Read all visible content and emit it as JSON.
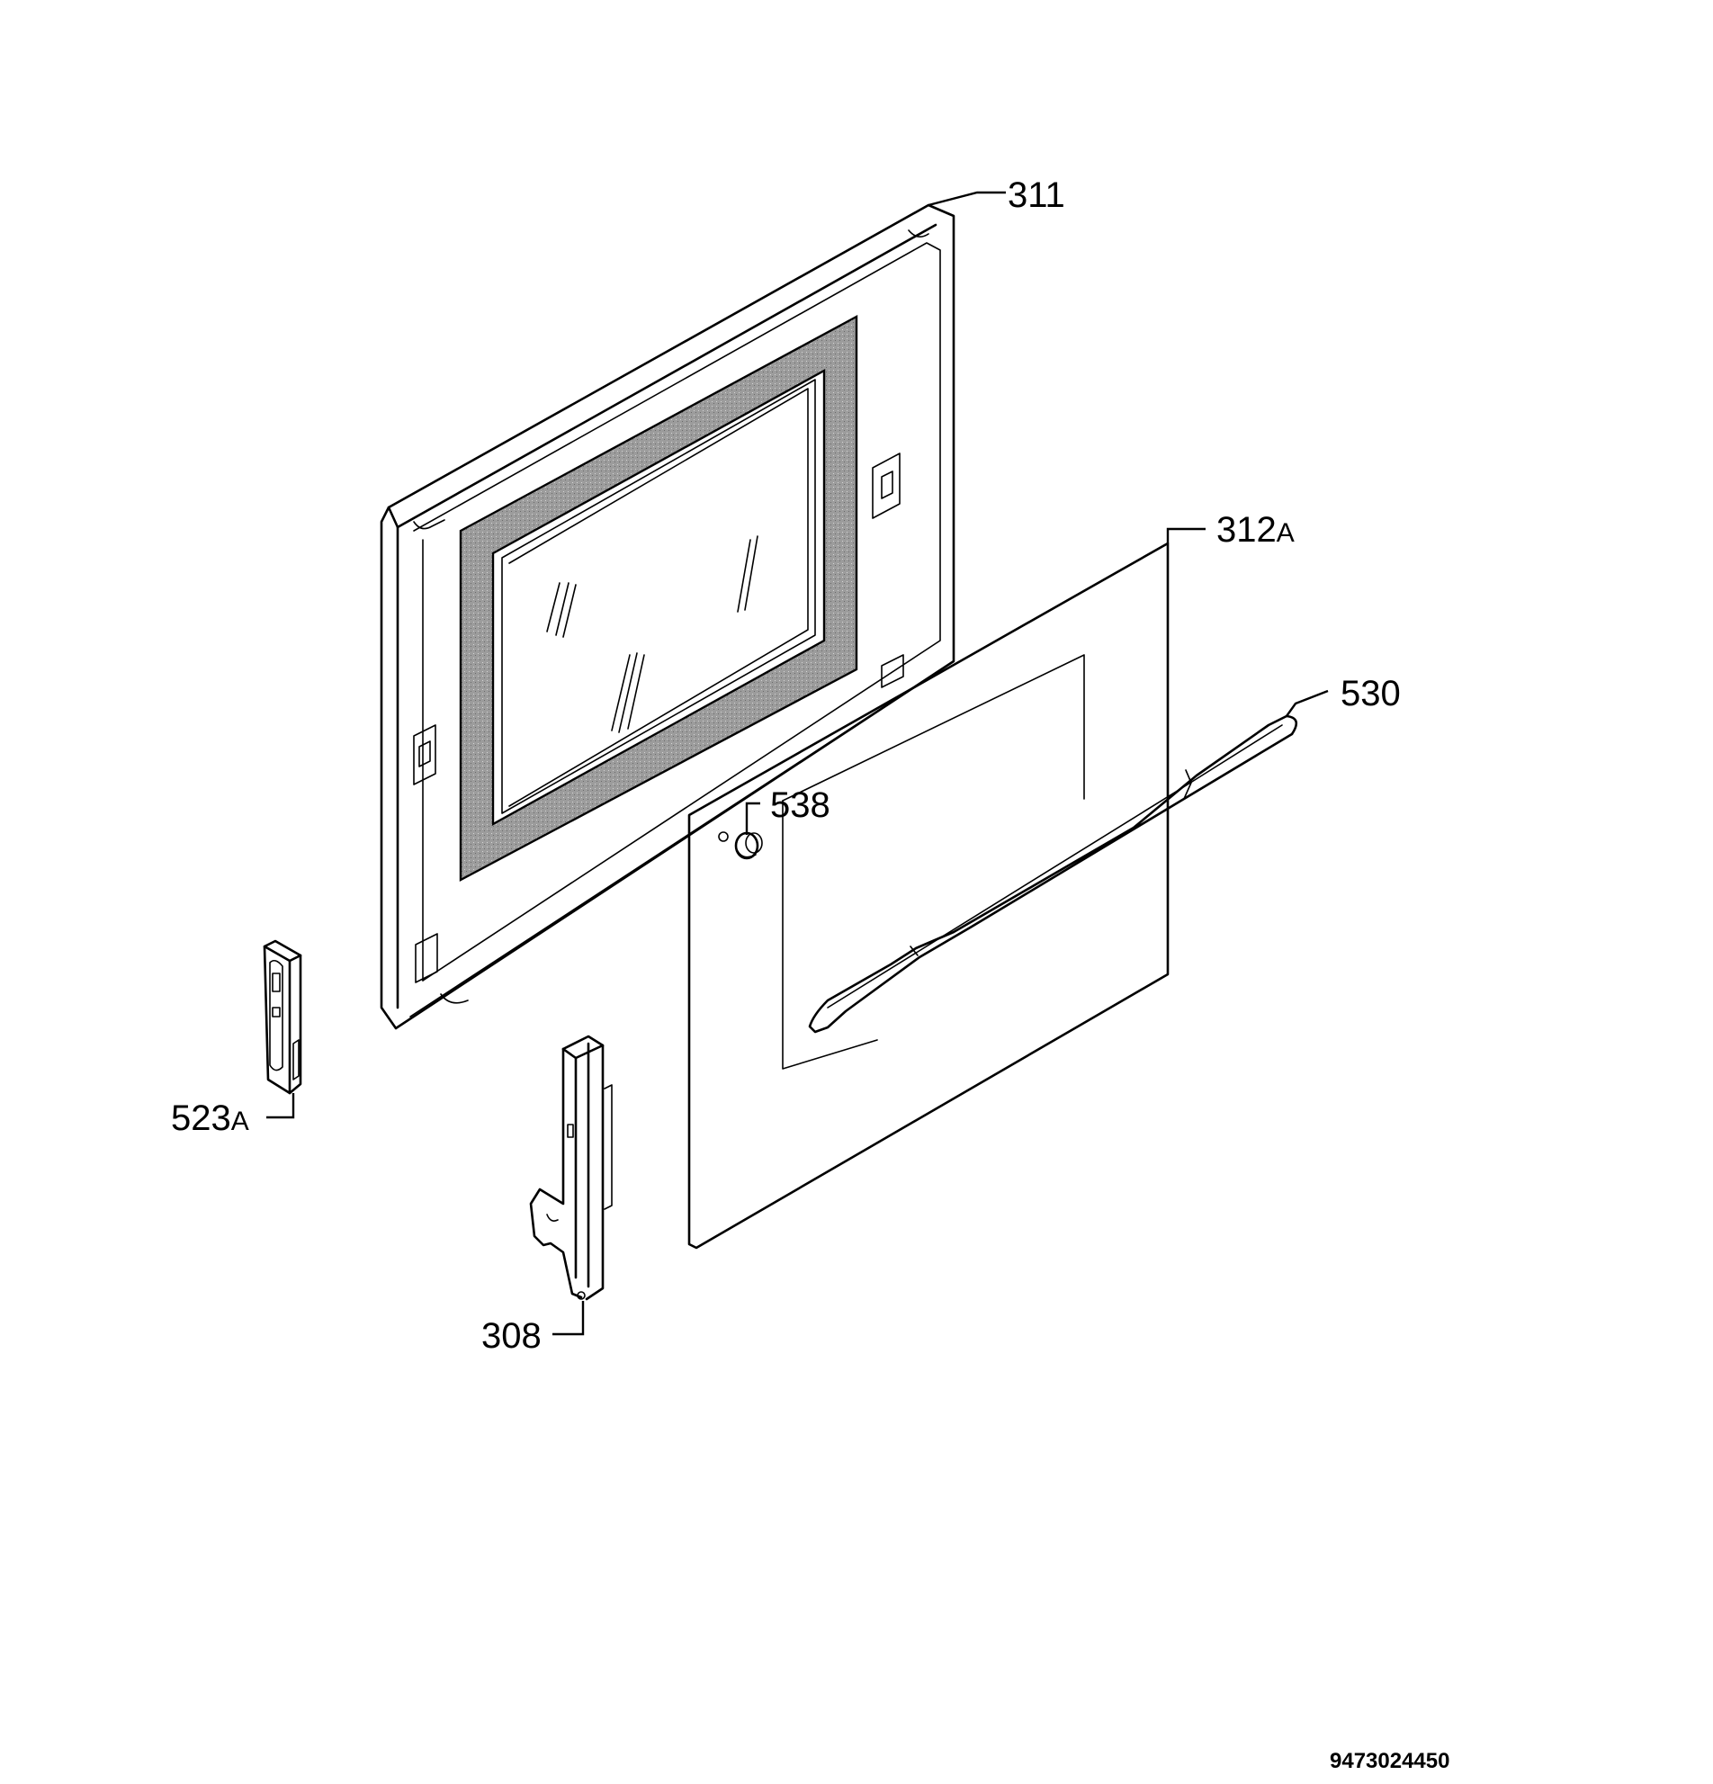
{
  "labels": {
    "part_311": "311",
    "part_312a_num": "312",
    "part_312a_suffix": "A",
    "part_530": "530",
    "part_538": "538",
    "part_523a_num": "523",
    "part_523a_suffix": "A",
    "part_308": "308"
  },
  "document_number": "9473024450"
}
